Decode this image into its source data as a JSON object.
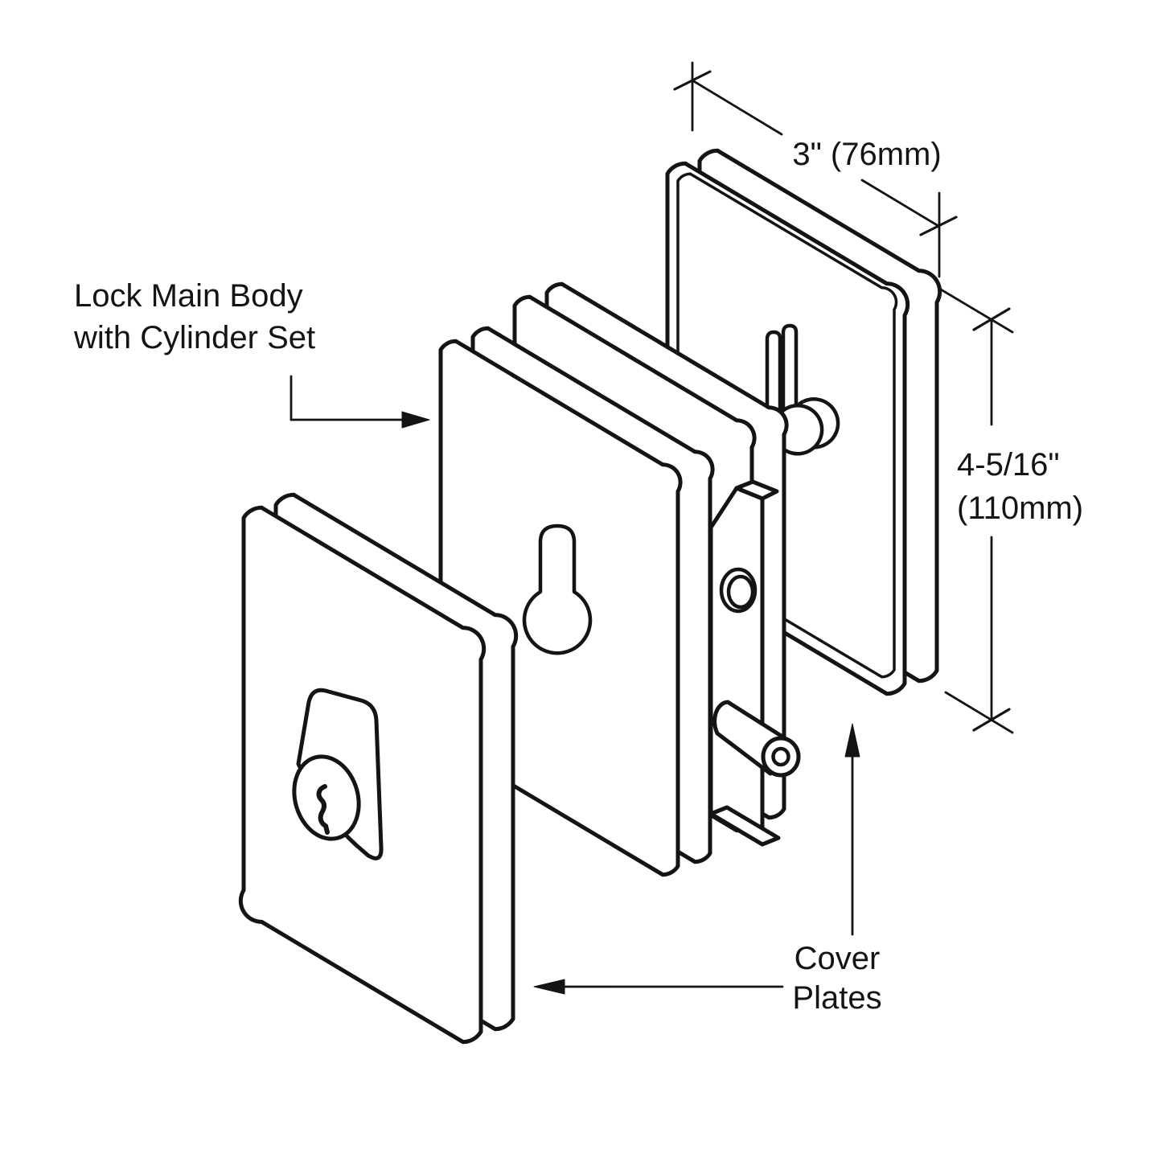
{
  "page": {
    "background": "#ffffff",
    "line_color": "#141414"
  },
  "labels": {
    "lock_main_body": {
      "line1": "Lock Main Body",
      "line2": "with Cylinder Set"
    },
    "cover_plates": {
      "line1": "Cover",
      "line2": "Plates"
    }
  },
  "dimensions": {
    "width": {
      "value": "3\" (76mm)"
    },
    "height": {
      "line1": "4-5/16\"",
      "line2": "(110mm)"
    }
  }
}
